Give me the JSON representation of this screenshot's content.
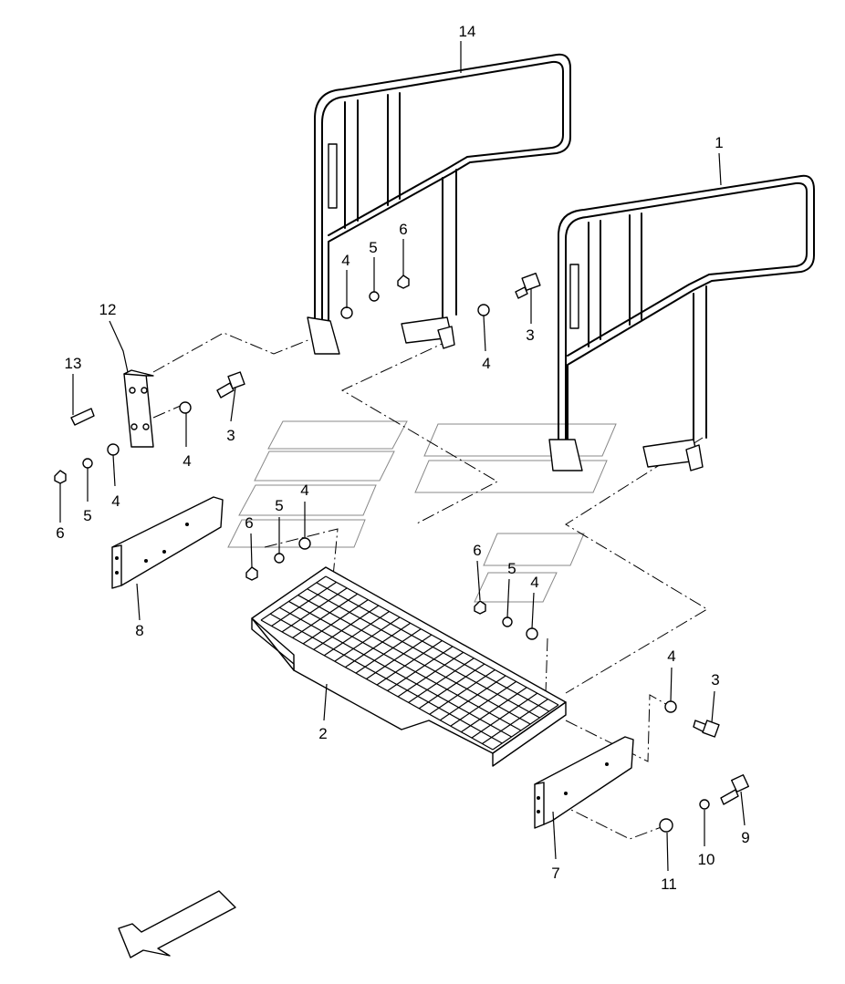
{
  "callouts": [
    {
      "id": "c14a",
      "text": "14"
    },
    {
      "id": "c1a",
      "text": "1"
    },
    {
      "id": "c12a",
      "text": "12"
    },
    {
      "id": "c13a",
      "text": "13"
    },
    {
      "id": "c4a",
      "text": "4"
    },
    {
      "id": "c5a",
      "text": "5"
    },
    {
      "id": "c6a",
      "text": "6"
    },
    {
      "id": "c3a",
      "text": "3"
    },
    {
      "id": "c4b",
      "text": "4"
    },
    {
      "id": "c3b",
      "text": "3"
    },
    {
      "id": "c4c",
      "text": "4"
    },
    {
      "id": "c4d",
      "text": "4"
    },
    {
      "id": "c5b",
      "text": "5"
    },
    {
      "id": "c6b",
      "text": "6"
    },
    {
      "id": "c6c",
      "text": "6"
    },
    {
      "id": "c5c",
      "text": "5"
    },
    {
      "id": "c4e",
      "text": "4"
    },
    {
      "id": "c8a",
      "text": "8"
    },
    {
      "id": "c6d",
      "text": "6"
    },
    {
      "id": "c5d",
      "text": "5"
    },
    {
      "id": "c4f",
      "text": "4"
    },
    {
      "id": "c2a",
      "text": "2"
    },
    {
      "id": "c4g",
      "text": "4"
    },
    {
      "id": "c3c",
      "text": "3"
    },
    {
      "id": "c9a",
      "text": "9"
    },
    {
      "id": "c7a",
      "text": "7"
    },
    {
      "id": "c10a",
      "text": "10"
    },
    {
      "id": "c11a",
      "text": "11"
    }
  ]
}
